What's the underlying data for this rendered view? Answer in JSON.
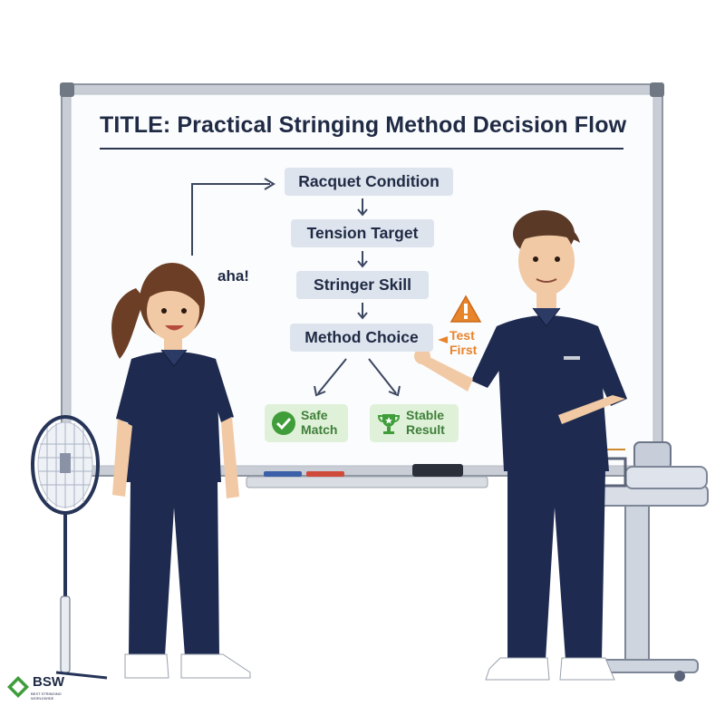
{
  "title": "TITLE: Practical Stringing Method Decision Flow",
  "flow": {
    "steps": [
      {
        "label": "Racquet Condition"
      },
      {
        "label": "Tension Target"
      },
      {
        "label": "Stringer Skill"
      },
      {
        "label": "Method Choice"
      }
    ],
    "outcomes": [
      {
        "line1": "Safe",
        "line2": "Match",
        "icon": "check-icon"
      },
      {
        "line1": "Stable",
        "line2": "Result",
        "icon": "trophy-icon"
      }
    ],
    "warning": {
      "line1": "Test",
      "line2": "First",
      "icon": "warning-icon"
    }
  },
  "speech": "aha!",
  "logo": {
    "mark": "BSW",
    "tagline": "BEST STRINGING WORLDWIDE"
  },
  "colors": {
    "navy": "#1f2a44",
    "node_bg": "#dde4ee",
    "success_bg": "#dff1d8",
    "success": "#3f9d3a",
    "warning": "#e8842a",
    "uniform": "#1e2a4f"
  }
}
